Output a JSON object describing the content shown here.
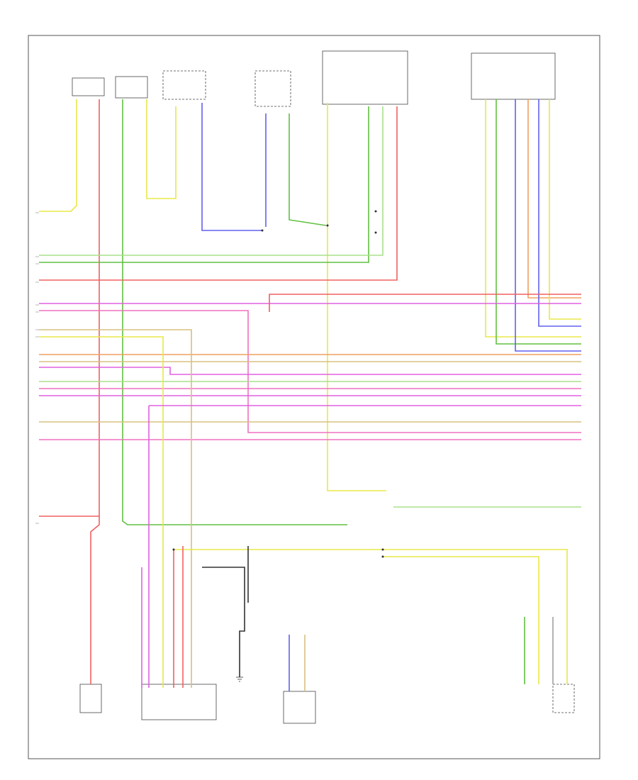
{
  "diagram": {
    "wire_colors": {
      "yellow": "#e8e84a",
      "red": "#f06060",
      "green": "#60c040",
      "lightgreen": "#a8e08a",
      "blue": "#6060f0",
      "pink": "#f070c0",
      "magenta": "#e060e0",
      "orange": "#f0a060",
      "tan": "#d8c080",
      "gray": "#a0a0a0",
      "black": "#333333"
    },
    "wires": [
      {
        "id": "w1",
        "color": "yellow"
      },
      {
        "id": "w2",
        "color": "red"
      },
      {
        "id": "w3",
        "color": "green"
      },
      {
        "id": "w4",
        "color": "yellow"
      },
      {
        "id": "w5",
        "color": "blue"
      },
      {
        "id": "w6",
        "color": "green"
      },
      {
        "id": "w7",
        "color": "yellow"
      },
      {
        "id": "w8",
        "color": "green"
      },
      {
        "id": "w9",
        "color": "lightgreen"
      },
      {
        "id": "w10",
        "color": "red"
      },
      {
        "id": "w11",
        "color": "red"
      },
      {
        "id": "w12",
        "color": "magenta"
      },
      {
        "id": "w13",
        "color": "tan"
      },
      {
        "id": "w14",
        "color": "pink"
      },
      {
        "id": "w15",
        "color": "orange"
      },
      {
        "id": "w16",
        "color": "blue"
      },
      {
        "id": "w17",
        "color": "yellow"
      },
      {
        "id": "w18",
        "color": "green"
      }
    ]
  }
}
